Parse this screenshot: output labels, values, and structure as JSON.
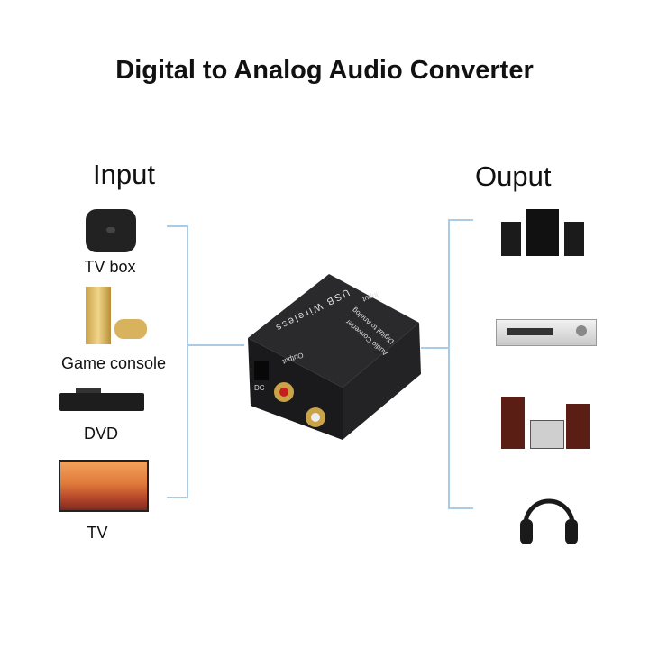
{
  "title": "Digital to Analog Audio Converter",
  "input": {
    "heading": "Input",
    "items": [
      {
        "label": "TV box",
        "icon": "tv-box-icon"
      },
      {
        "label": "Game console",
        "icon": "game-console-icon"
      },
      {
        "label": "DVD",
        "icon": "dvd-player-icon"
      },
      {
        "label": "TV",
        "icon": "television-icon"
      }
    ]
  },
  "output": {
    "heading": "Ouput",
    "items": [
      {
        "icon": "speakers-icon"
      },
      {
        "icon": "av-receiver-icon"
      },
      {
        "icon": "hifi-system-icon"
      },
      {
        "icon": "headphones-icon"
      }
    ]
  },
  "device": {
    "top_text": "USB Wireless",
    "side_line1": "Digital to Analog",
    "side_line2": "Audio Converter",
    "input_label": "Input",
    "output_label": "Output",
    "dc_label": "DC"
  },
  "colors": {
    "connector_line": "#a9cbe6",
    "device": "#1c1c1e"
  }
}
